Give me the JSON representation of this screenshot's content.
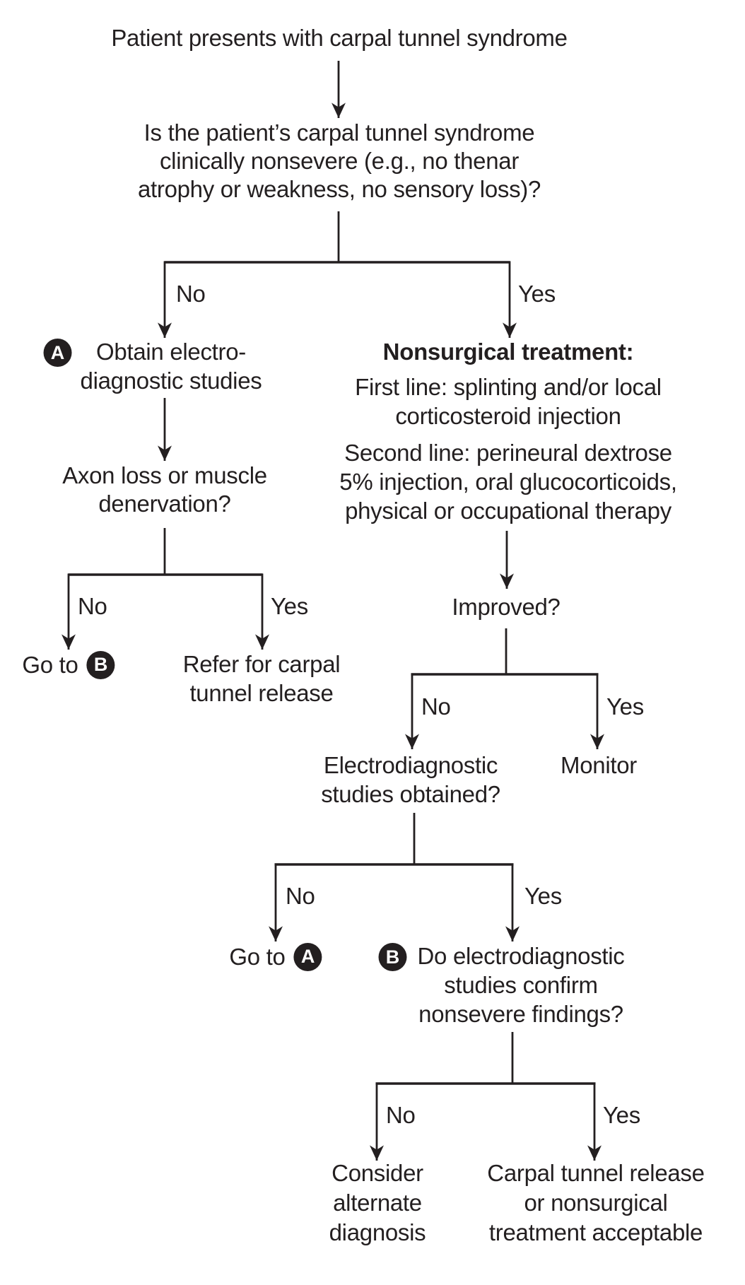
{
  "meta": {
    "background_color": "#ffffff",
    "text_color": "#231f20",
    "line_color": "#231f20",
    "badge_background": "#231f20",
    "badge_text_color": "#ffffff"
  },
  "flowchart": {
    "start": {
      "text": "Patient presents with carpal tunnel syndrome"
    },
    "q_nonsevere": {
      "lines": [
        "Is the patient’s carpal tunnel syndrome",
        "clinically nonsevere (e.g., no thenar",
        "atrophy or weakness, no sensory loss)?"
      ]
    },
    "labels": {
      "no": "No",
      "yes": "Yes"
    },
    "node_a": {
      "badge": "A",
      "lines": [
        "Obtain electro-",
        "diagnostic studies"
      ]
    },
    "nonsurgical": {
      "title": "Nonsurgical treatment:",
      "first": [
        "First line: splinting and/or local",
        "corticosteroid injection"
      ],
      "second": [
        "Second line: perineural dextrose",
        "5% injection, oral glucocorticoids,",
        "physical or occupational therapy"
      ]
    },
    "q_axon": {
      "lines": [
        "Axon loss or muscle",
        "denervation?"
      ]
    },
    "goto_b": {
      "text": "Go to",
      "badge": "B"
    },
    "refer": {
      "lines": [
        "Refer for carpal",
        "tunnel release"
      ]
    },
    "q_improved": {
      "text": "Improved?"
    },
    "monitor": {
      "text": "Monitor"
    },
    "q_edx": {
      "lines": [
        "Electrodiagnostic",
        "studies obtained?"
      ]
    },
    "goto_a": {
      "text": "Go to",
      "badge": "A"
    },
    "node_b": {
      "badge": "B",
      "lines": [
        "Do electrodiagnostic",
        "studies confirm",
        "nonsevere findings?"
      ]
    },
    "consider": {
      "lines": [
        "Consider",
        "alternate",
        "diagnosis"
      ]
    },
    "acceptable": {
      "lines": [
        "Carpal tunnel release",
        "or nonsurgical",
        "treatment acceptable"
      ]
    }
  }
}
